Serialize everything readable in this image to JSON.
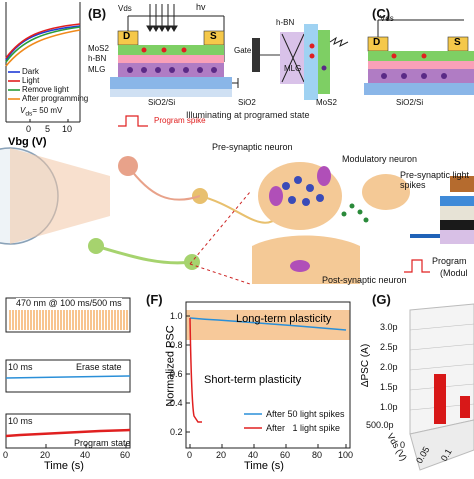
{
  "panelA": {
    "legend": [
      "Dark",
      "Light",
      "Remove light",
      "After programming"
    ],
    "vds_note": "V",
    "vds_sub": "ds",
    "vds_value": "= 50 mV",
    "xlabel": "Vbg (V)",
    "xticks": [
      "0",
      "5",
      "10"
    ],
    "colors": [
      "#1f3bd6",
      "#e02020",
      "#2a9d3a",
      "#f08a1c"
    ]
  },
  "panelB": {
    "letter": "(B)",
    "vds": "Vds",
    "hv": "hv",
    "d": "D",
    "s": "S",
    "layers": [
      "MoS2",
      "h-BN",
      "MLG"
    ],
    "substrate": "SiO2/Si",
    "spike_label": "Program spike",
    "hbn_side": "h-BN",
    "gate": "Gate",
    "mlg": "MLG",
    "sio2": "SiO2",
    "mos2": "MoS2",
    "caption": "Illuminating at programed state"
  },
  "panelC": {
    "letter": "(C)",
    "vds": "Vds",
    "d": "D",
    "s": "S",
    "substrate": "SiO2/Si"
  },
  "panelD": {
    "pre_neuron": "Pre-synaptic neuron",
    "mod_neuron": "Modulatory neuron",
    "post_neuron": "Post-synaptic neuron",
    "pre_spikes": "Pre-synaptic light spikes",
    "program": "Program",
    "modul": "(Modul"
  },
  "panelE": {
    "row1": "470 nm @ 100 ms/500 ms",
    "row2_time": "10 ms",
    "row2_state": "Erase state",
    "row3_time": "10 ms",
    "row3_state": "Program state",
    "xlabel": "Time (s)",
    "xticks": [
      "0",
      "20",
      "40",
      "60"
    ]
  },
  "panelF": {
    "letter": "(F)",
    "ylabel": "Normalized PSC",
    "xlabel": "Time (s)",
    "yticks": [
      "0.2",
      "0.4",
      "0.6",
      "0.8",
      "1.0"
    ],
    "xticks": [
      "0",
      "20",
      "40",
      "60",
      "80",
      "100"
    ],
    "ltp": "Long-term plasticity",
    "stp": "Short-term plasticity",
    "legend1": "After 50 light spikes",
    "legend2": "After   1 light spike",
    "color1": "#2a8fd8",
    "color2": "#e02020",
    "band": "#f7c99a"
  },
  "panelG": {
    "letter": "(G)",
    "zlabel": "ΔPSC (A)",
    "zticks": [
      "3.0p",
      "2.5p",
      "2.0p",
      "1.5p",
      "1.0p",
      "500.0p"
    ],
    "xlabel": "Vds (V)",
    "xticks": [
      "0",
      "0.05",
      "0.1"
    ]
  }
}
